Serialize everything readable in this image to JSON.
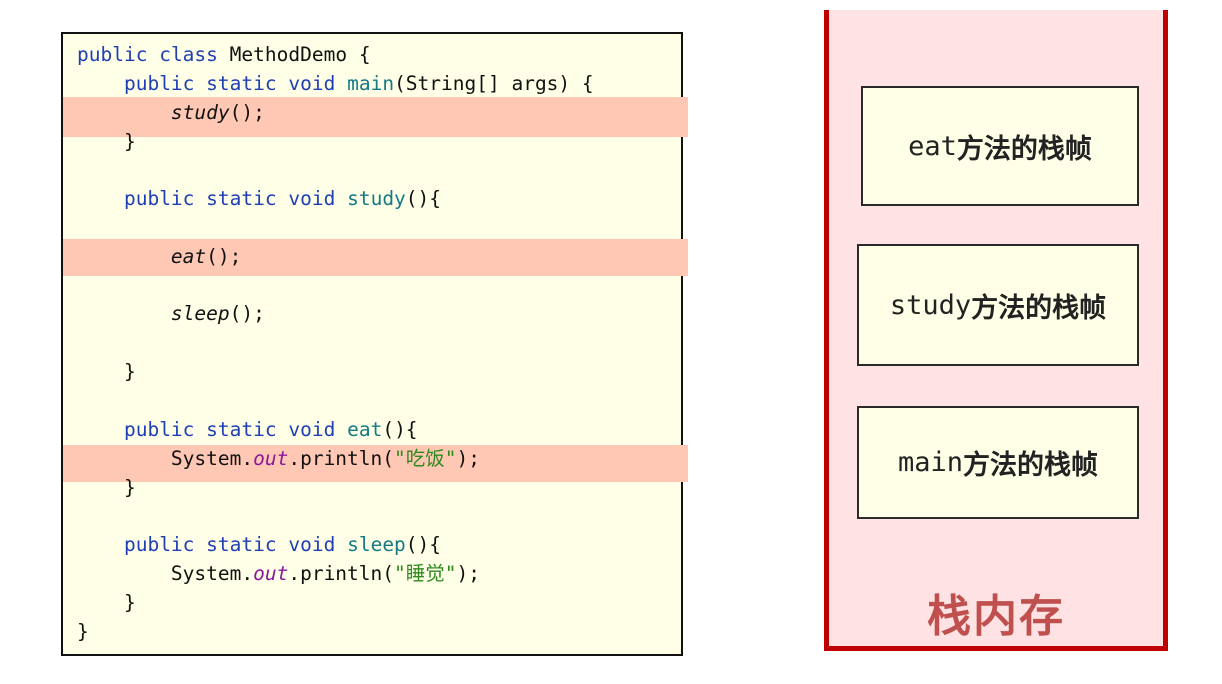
{
  "code": {
    "highlight_colors": {
      "row": "#ffc8b4",
      "panel_bg": "#fffee6"
    },
    "lines": [
      {
        "text": "public class MethodDemo {"
      },
      {
        "text": "    public static void main(String[] args) {"
      },
      {
        "text": "        study();",
        "highlighted": true
      },
      {
        "text": "    }"
      },
      {
        "text": ""
      },
      {
        "text": "    public static void study(){"
      },
      {
        "text": ""
      },
      {
        "text": "        eat();",
        "highlighted": true
      },
      {
        "text": ""
      },
      {
        "text": "        sleep();"
      },
      {
        "text": ""
      },
      {
        "text": "    }"
      },
      {
        "text": ""
      },
      {
        "text": "    public static void eat(){"
      },
      {
        "text": "        System.out.println(\"吃饭\");",
        "highlighted": true
      },
      {
        "text": "    }"
      },
      {
        "text": ""
      },
      {
        "text": "    public static void sleep(){"
      },
      {
        "text": "        System.out.println(\"睡觉\");"
      },
      {
        "text": "    }"
      },
      {
        "text": "}"
      }
    ],
    "tokens": {
      "public": "public",
      "class": "class",
      "static": "static",
      "void": "void",
      "class_name": "MethodDemo",
      "main": "main",
      "main_params": "(String[] args) {",
      "study": "study",
      "eat": "eat",
      "sleep": "sleep",
      "system": "System.",
      "out": "out",
      "println": ".println(",
      "str_eat": "\"吃饭\"",
      "str_sleep": "\"睡觉\"",
      "call_suffix": "();",
      "decl_suffix": "(){",
      "print_suffix": ");",
      "open_brace": "{",
      "close_brace": "}"
    }
  },
  "stack": {
    "label": "栈内存",
    "frames": [
      {
        "method": "eat",
        "suffix": "方法的栈帧"
      },
      {
        "method": "study",
        "suffix": "方法的栈帧"
      },
      {
        "method": "main",
        "suffix": "方法的栈帧"
      }
    ],
    "colors": {
      "border": "#c00000",
      "bg": "#ffe2e4",
      "label": "#c0504d"
    }
  }
}
